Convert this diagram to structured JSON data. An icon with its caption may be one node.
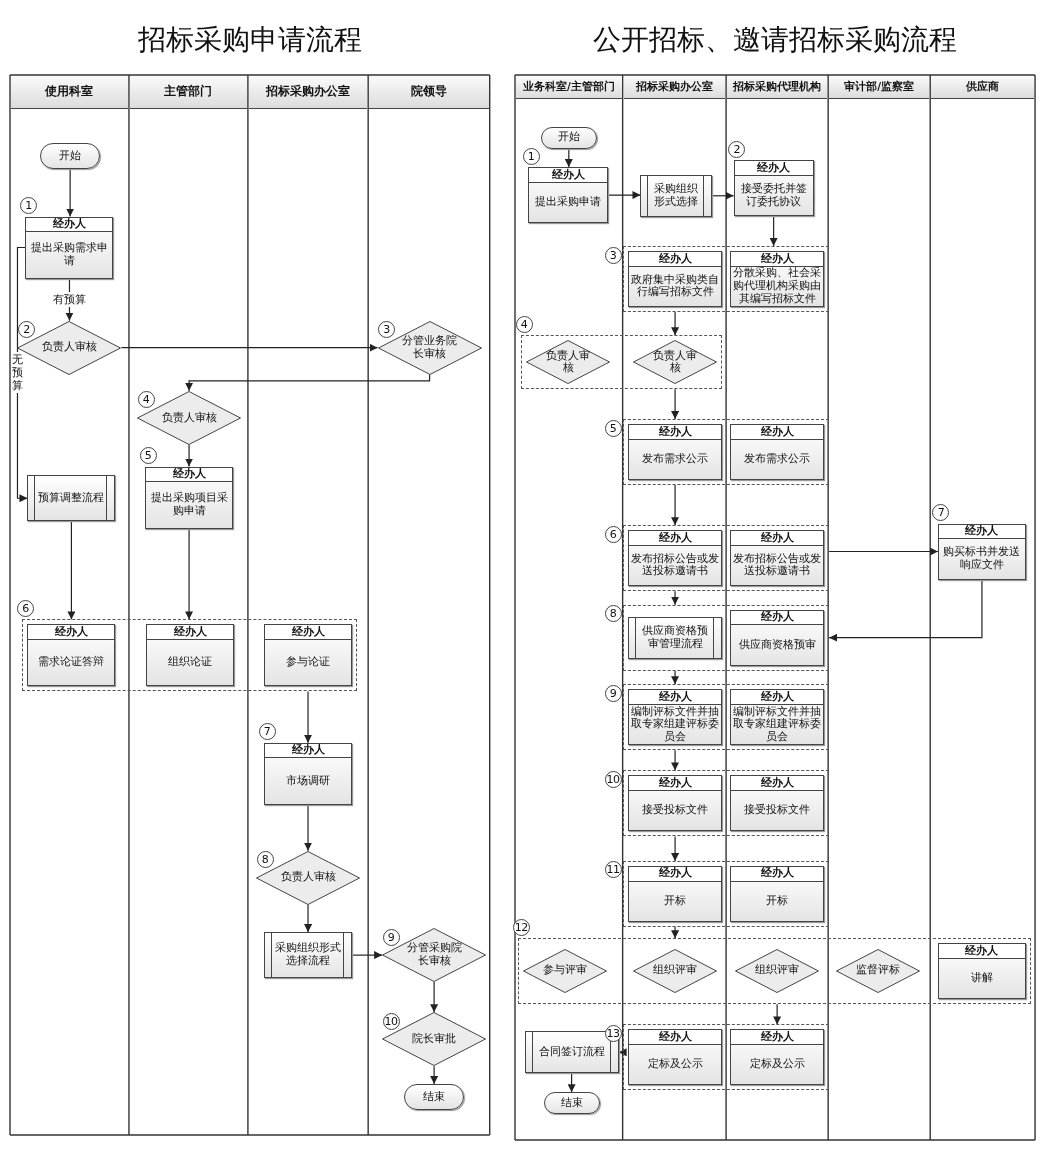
{
  "diagram": {
    "nodes": [
      {
        "text": [
          "开始"
        ]
      },
      {
        "text": [
          "经办人",
          "提出采购需求申请"
        ],
        "beside": [
          "1"
        ]
      },
      {
        "text": [
          "负责人审核"
        ],
        "beside": [
          "2"
        ]
      },
      {
        "text": [
          "分管业务院长审核"
        ],
        "beside": [
          "3"
        ]
      },
      {
        "text": [
          "负责人审核"
        ],
        "beside": [
          "4"
        ]
      },
      {
        "text": [
          "经办人",
          "提出采购项目采购申请"
        ],
        "beside": [
          "5"
        ]
      },
      {
        "text": [
          "预算调整流程"
        ]
      },
      {
        "text": [],
        "shape": "box",
        "beside": [
          "6"
        ]
      },
      {
        "text": [
          "经办人",
          "需求论证答辩"
        ],
        "in": 7
      },
      {
        "text": [
          "经办人",
          "组织论证"
        ],
        "in": 7
      },
      {
        "text": [
          "经办人",
          "参与论证"
        ],
        "in": 7
      },
      {
        "text": [
          "经办人",
          "市场调研"
        ],
        "beside": [
          "7"
        ]
      },
      {
        "text": [
          "负责人审核"
        ],
        "beside": [
          "8"
        ]
      },
      {
        "text": [
          "采购组织形式选择流程"
        ]
      },
      {
        "text": [
          "分管采购院长审核"
        ],
        "beside": [
          "9"
        ]
      },
      {
        "text": [
          "院长审批"
        ],
        "beside": [
          "10"
        ]
      },
      {
        "text": [
          "结束"
        ]
      },
      {
        "text": [
          "开始"
        ]
      },
      {
        "text": [
          "经办人",
          "提出采购申请"
        ],
        "beside": [
          "1"
        ]
      },
      {
        "text": [
          "采购组织形式选择"
        ]
      },
      {
        "text": [
          "经办人",
          "接受委托并签订委托协议"
        ],
        "beside": [
          "2"
        ]
      },
      {
        "text": [],
        "shape": "box",
        "beside": [
          "3"
        ]
      },
      {
        "text": [
          "经办人",
          "政府集中采购类自行编写招标文件"
        ],
        "in": 21
      },
      {
        "text": [
          "经办人",
          "分散采购、社会采购代理机构采购由其编写招标文件"
        ],
        "in": 21
      },
      {
        "text": [],
        "shape": "box",
        "beside": [
          "4"
        ]
      },
      {
        "text": [
          "负责人审核"
        ],
        "in": 24
      },
      {
        "text": [
          "负责人审核"
        ],
        "in": 24
      },
      {
        "text": [],
        "shape": "box",
        "beside": [
          "5"
        ]
      },
      {
        "text": [
          "经办人",
          "发布需求公示"
        ],
        "in": 27
      },
      {
        "text": [
          "经办人",
          "发布需求公示"
        ],
        "in": 27
      },
      {
        "text": [],
        "shape": "box",
        "beside": [
          "6"
        ]
      },
      {
        "text": [
          "经办人",
          "发布招标公告或发送投标邀请书"
        ],
        "in": 30
      },
      {
        "text": [
          "经办人",
          "发布招标公告或发送投标邀请书"
        ],
        "in": 30
      },
      {
        "text": [
          "经办人",
          "购买标书并发送响应文件"
        ],
        "beside": [
          "7"
        ]
      },
      {
        "text": [],
        "shape": "box",
        "beside": [
          "8"
        ]
      },
      {
        "text": [
          "供应商资格预审管理流程"
        ],
        "in": 34
      },
      {
        "text": [
          "经办人",
          "供应商资格预审"
        ],
        "in": 34
      },
      {
        "text": [],
        "shape": "box",
        "beside": [
          "9"
        ]
      },
      {
        "text": [
          "经办人",
          "编制评标文件并抽取专家组建评标委员会"
        ],
        "in": 37
      },
      {
        "text": [
          "经办人",
          "编制评标文件并抽取专家组建评标委员会"
        ],
        "in": 37
      },
      {
        "text": [],
        "shape": "box",
        "beside": [
          "10"
        ]
      },
      {
        "text": [
          "经办人",
          "接受投标文件"
        ],
        "in": 40
      },
      {
        "text": [
          "经办人",
          "接受投标文件"
        ],
        "in": 40
      },
      {
        "text": [],
        "shape": "box",
        "beside": [
          "11"
        ]
      },
      {
        "text": [
          "经办人",
          "开标"
        ],
        "in": 43
      },
      {
        "text": [
          "经办人",
          "开标"
        ],
        "in": 43
      },
      {
        "text": [],
        "shape": "box",
        "beside": [
          "12"
        ]
      },
      {
        "text": [
          "参与评审"
        ],
        "in": 46
      },
      {
        "text": [
          "组织评审"
        ],
        "in": 46
      },
      {
        "text": [
          "组织评审"
        ],
        "in": 46
      },
      {
        "text": [
          "监督评标"
        ],
        "in": 46
      },
      {
        "text": [
          "经办人",
          "讲解"
        ],
        "in": 46
      },
      {
        "text": [],
        "shape": "box",
        "beside": [
          "13"
        ]
      },
      {
        "text": [
          "经办人",
          "定标及公示"
        ],
        "in": 52
      },
      {
        "text": [
          "经办人",
          "定标及公示"
        ],
        "in": 52
      },
      {
        "text": [
          "合同签订流程"
        ]
      },
      {
        "text": [
          "结束"
        ]
      }
    ],
    "edges": [
      {
        "from": 0,
        "to": 1,
        "arrow": "to"
      },
      {
        "from": 1,
        "to": 2,
        "arrow": "to",
        "label": "有预算"
      },
      {
        "from": 1,
        "to": 6,
        "arrow": "to",
        "label": "无预算"
      },
      {
        "from": 2,
        "to": 3,
        "arrow": "to"
      },
      {
        "from": 3,
        "to": 4,
        "arrow": "to"
      },
      {
        "from": 4,
        "to": 5,
        "arrow": "to"
      },
      {
        "from": 6,
        "to": 7,
        "arrow": "to"
      },
      {
        "from": 5,
        "to": 7,
        "arrow": "to"
      },
      {
        "from": 7,
        "to": 11,
        "arrow": "to"
      },
      {
        "from": 11,
        "to": 12,
        "arrow": "to"
      },
      {
        "from": 12,
        "to": 13,
        "arrow": "to"
      },
      {
        "from": 13,
        "to": 14,
        "arrow": "to"
      },
      {
        "from": 14,
        "to": 15,
        "arrow": "to"
      },
      {
        "from": 15,
        "to": 16,
        "arrow": "to"
      },
      {
        "from": 17,
        "to": 18,
        "arrow": "to"
      },
      {
        "from": 18,
        "to": 19,
        "arrow": "to"
      },
      {
        "from": 19,
        "to": 20,
        "arrow": "to"
      },
      {
        "from": 20,
        "to": 21,
        "arrow": "to"
      },
      {
        "from": 21,
        "to": 24,
        "arrow": "to"
      },
      {
        "from": 24,
        "to": 27,
        "arrow": "to"
      },
      {
        "from": 27,
        "to": 30,
        "arrow": "to"
      },
      {
        "from": 30,
        "to": 34,
        "arrow": "to"
      },
      {
        "from": 30,
        "to": 33,
        "arrow": "to"
      },
      {
        "from": 33,
        "to": 34,
        "arrow": "to"
      },
      {
        "from": 34,
        "to": 37,
        "arrow": "to"
      },
      {
        "from": 37,
        "to": 40,
        "arrow": "to"
      },
      {
        "from": 40,
        "to": 43,
        "arrow": "to"
      },
      {
        "from": 43,
        "to": 46,
        "arrow": "to"
      },
      {
        "from": 46,
        "to": 52,
        "arrow": "to"
      },
      {
        "from": 52,
        "to": 55,
        "arrow": "to"
      },
      {
        "from": 55,
        "to": 56,
        "arrow": "to"
      }
    ],
    "labels": [
      "招标采购申请流程",
      "公开招标、邀请招标采购流程",
      "使用科室",
      "主管部门",
      "招标采购办公室",
      "院领导",
      "业务科室/主管部门",
      "招标采购办公室",
      "招标采购代理机构",
      "审计部/监察室",
      "供应商"
    ]
  }
}
